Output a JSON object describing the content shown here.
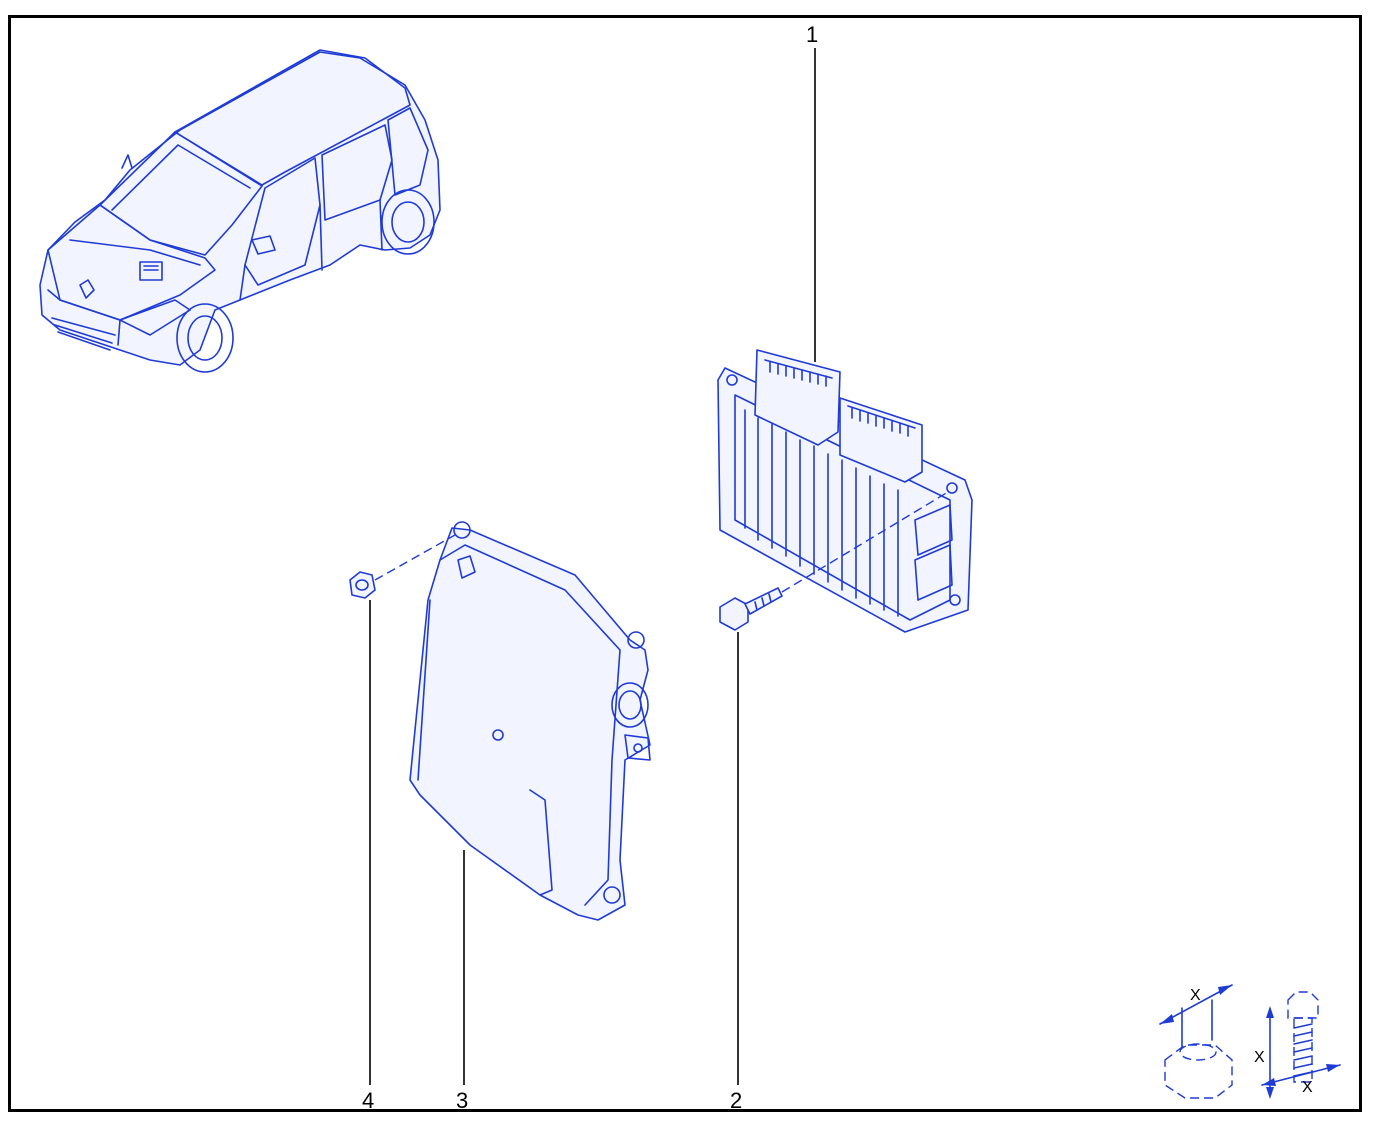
{
  "callouts": [
    {
      "id": "1",
      "label": "1"
    },
    {
      "id": "2",
      "label": "2"
    },
    {
      "id": "3",
      "label": "3"
    },
    {
      "id": "4",
      "label": "4"
    }
  ],
  "tightening_symbols": {
    "nut_dimension": "X",
    "bolt_length": "X",
    "bolt_dimension": "X"
  },
  "colors": {
    "line_art": "#1f3bd6",
    "callout_line": "#000000",
    "frame": "#000000"
  }
}
